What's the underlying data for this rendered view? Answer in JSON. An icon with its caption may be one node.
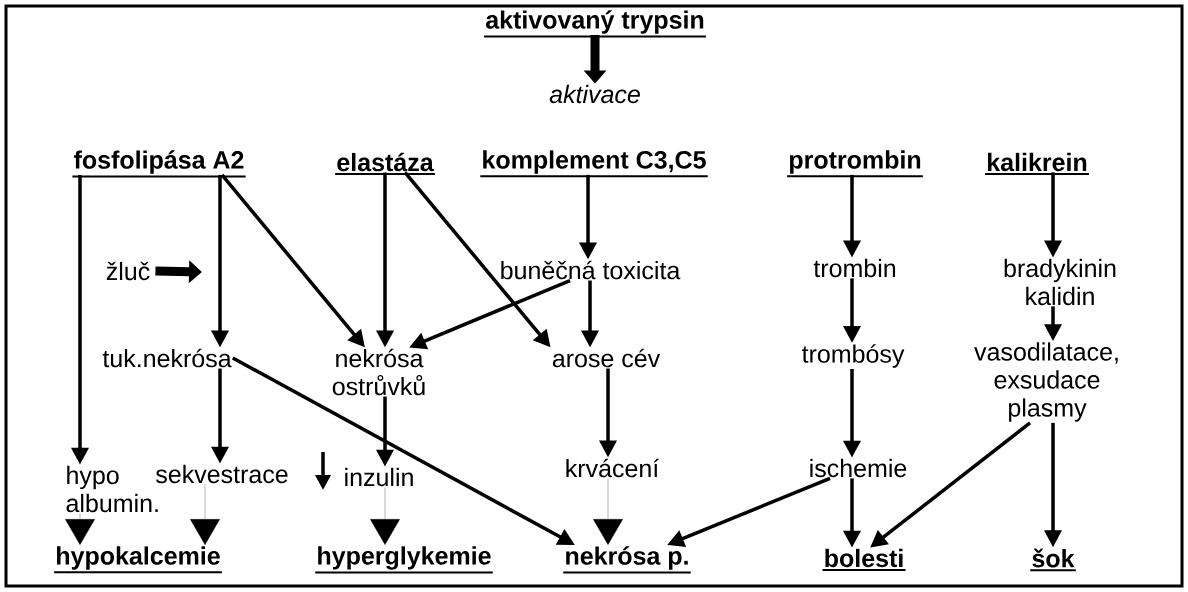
{
  "diagram": {
    "nodes": [
      {
        "text": [
          "aktivovaný trypsin"
        ]
      },
      {
        "text": [
          "aktivace"
        ]
      },
      {
        "text": [
          "fosfolipása A2"
        ]
      },
      {
        "text": [
          "elastáza"
        ]
      },
      {
        "text": [
          "komplement C3,C5"
        ]
      },
      {
        "text": [
          "protrombin"
        ]
      },
      {
        "text": [
          "kalikrein"
        ]
      },
      {
        "text": [
          "žluč"
        ]
      },
      {
        "text": [
          "buněčná toxicita"
        ]
      },
      {
        "text": [
          "trombin"
        ]
      },
      {
        "text": [
          "bradykinin kalidin"
        ]
      },
      {
        "text": [
          "tuk.nekrósa"
        ]
      },
      {
        "text": [
          "nekrósa ostrůvků"
        ]
      },
      {
        "text": [
          "arose cév"
        ]
      },
      {
        "text": [
          "trombósy"
        ]
      },
      {
        "text": [
          "vasodilatace, exsudace plasmy"
        ]
      },
      {
        "text": [
          "hypo albumin."
        ]
      },
      {
        "text": [
          "sekvestrace"
        ]
      },
      {
        "text": [
          "inzulin"
        ]
      },
      {
        "text": [
          "krvácení"
        ]
      },
      {
        "text": [
          "ischemie"
        ]
      },
      {
        "text": [
          "hypokalcemie"
        ]
      },
      {
        "text": [
          "hyperglykemie"
        ]
      },
      {
        "text": [
          "nekrósa p."
        ]
      },
      {
        "text": [
          "bolesti"
        ]
      },
      {
        "text": [
          "šok"
        ]
      }
    ],
    "edges": [
      {
        "from": 0,
        "to": 1,
        "arrow": "to",
        "style": "thick"
      },
      {
        "from": 2,
        "to": 16,
        "arrow": "to"
      },
      {
        "from": 2,
        "to": 11,
        "arrow": "to"
      },
      {
        "from": 2,
        "to": 12,
        "arrow": "to"
      },
      {
        "from": 7,
        "to": null,
        "arrow": "to",
        "style": "thick"
      },
      {
        "from": 3,
        "to": 12,
        "arrow": "to"
      },
      {
        "from": 3,
        "to": 13,
        "arrow": "to"
      },
      {
        "from": 4,
        "to": 8,
        "arrow": "to"
      },
      {
        "from": 8,
        "to": 12,
        "arrow": "to"
      },
      {
        "from": 8,
        "to": 13,
        "arrow": "to"
      },
      {
        "from": 5,
        "to": 9,
        "arrow": "to"
      },
      {
        "from": 6,
        "to": 10,
        "arrow": "to"
      },
      {
        "from": 9,
        "to": 14,
        "arrow": "to"
      },
      {
        "from": 10,
        "to": 15,
        "arrow": "to"
      },
      {
        "from": 11,
        "to": 17,
        "arrow": "to"
      },
      {
        "from": 11,
        "to": 23,
        "arrow": "to"
      },
      {
        "from": 12,
        "to": 18,
        "arrow": "to"
      },
      {
        "from": 13,
        "to": 19,
        "arrow": "to"
      },
      {
        "from": 14,
        "to": 20,
        "arrow": "to"
      },
      {
        "from": 15,
        "to": 24,
        "arrow": "to"
      },
      {
        "from": 15,
        "to": 25,
        "arrow": "to"
      },
      {
        "from": 20,
        "to": 23,
        "arrow": "to"
      },
      {
        "from": 20,
        "to": 24,
        "arrow": "to"
      },
      {
        "from": 16,
        "to": 21,
        "arrow": "to"
      },
      {
        "from": 17,
        "to": 21,
        "arrow": "to"
      },
      {
        "from": 18,
        "to": 22,
        "arrow": "to"
      },
      {
        "from": 19,
        "to": 23,
        "arrow": "to"
      }
    ]
  }
}
